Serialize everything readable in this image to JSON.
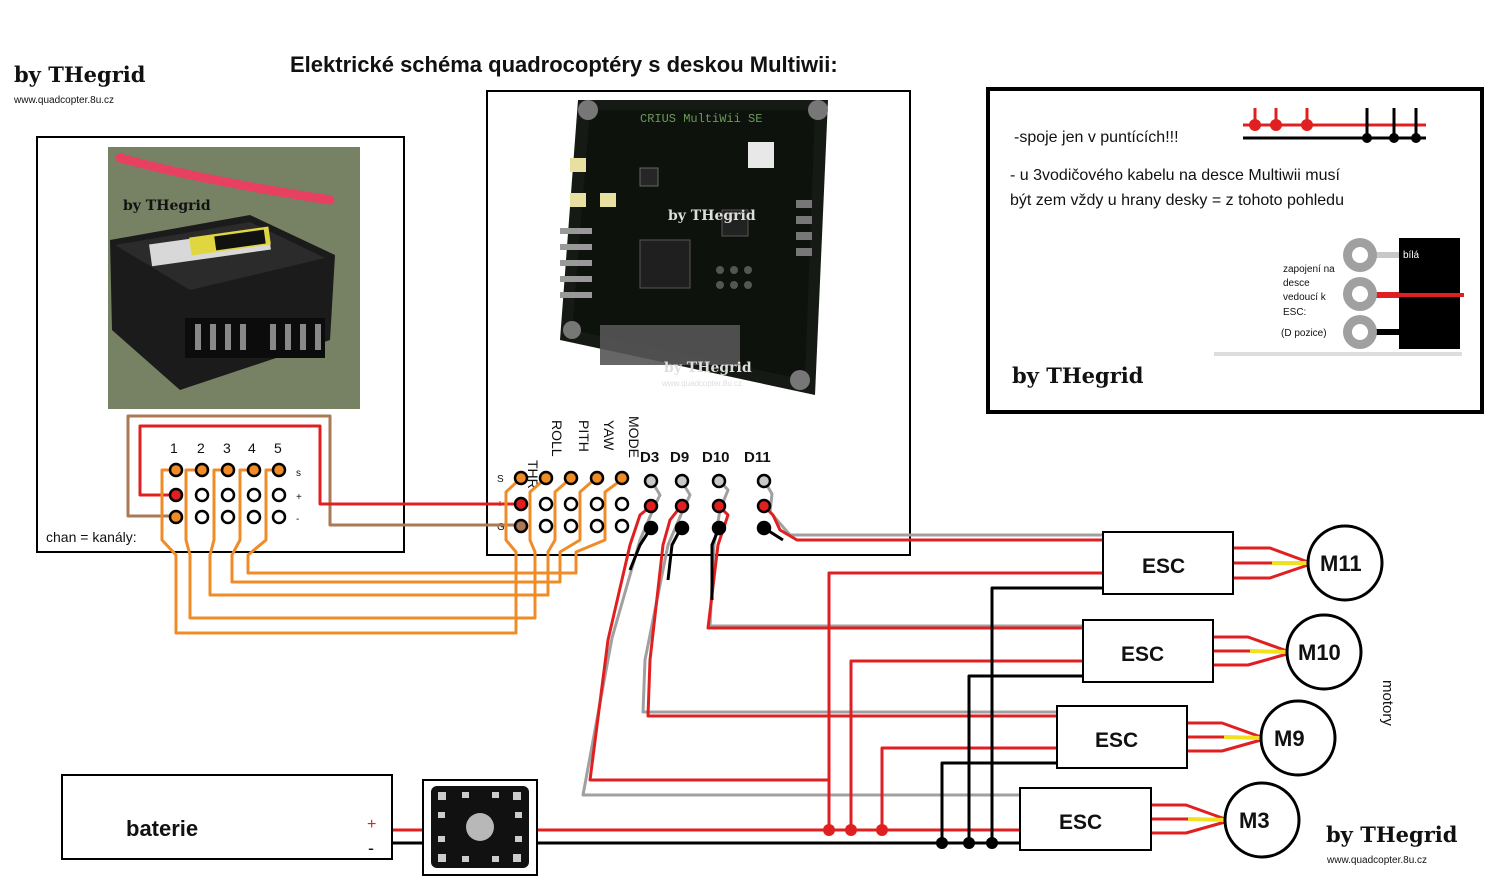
{
  "title": "Elektrické schéma quadrocoptéry s deskou Multiwii:",
  "branding": {
    "by": "by THegrid",
    "url": "www.quadcopter.8u.cz",
    "photo_by": "by THegrid",
    "photo_url": "www.quadcopter.8u.cz"
  },
  "receiver": {
    "channel_numbers": [
      "1",
      "2",
      "3",
      "4",
      "5"
    ],
    "row_labels": [
      "s",
      "+",
      "-"
    ],
    "caption": "chan = kanály:"
  },
  "board": {
    "photo_text": "CRIUS MultiWii SE",
    "input_labels": [
      "THR",
      "ROLL",
      "PITH",
      "YAW",
      "MODE"
    ],
    "row_labels": [
      "S",
      "+",
      "G"
    ],
    "output_labels": [
      "D3",
      "D9",
      "D10",
      "D11"
    ]
  },
  "legend": {
    "note1": "-spoje jen v puntících!!!",
    "note2_line1": "-  u 3vodičového kabelu na desce Multiwii musí",
    "note2_line2": "být  zem  vždy u hrany desky = z tohoto pohledu",
    "connector_label_lines": [
      "zapojení na",
      "desce",
      "vedoucí k",
      "ESC:",
      "(D pozice)"
    ],
    "wire_white_label": "bílá",
    "signature": "by THegrid"
  },
  "esc_units": [
    {
      "label": "ESC",
      "motor": "M11"
    },
    {
      "label": "ESC",
      "motor": "M10"
    },
    {
      "label": "ESC",
      "motor": "M9"
    },
    {
      "label": "ESC",
      "motor": "M3"
    }
  ],
  "motors_label": "motory",
  "battery": {
    "label": "baterie",
    "plus": "+",
    "minus": "-"
  },
  "colors": {
    "signal": "#f08c28",
    "power": "#e02020",
    "ground": "#000000",
    "brown": "#a97a55",
    "grey": "#a0a0a0",
    "yellow": "#f0e020"
  }
}
